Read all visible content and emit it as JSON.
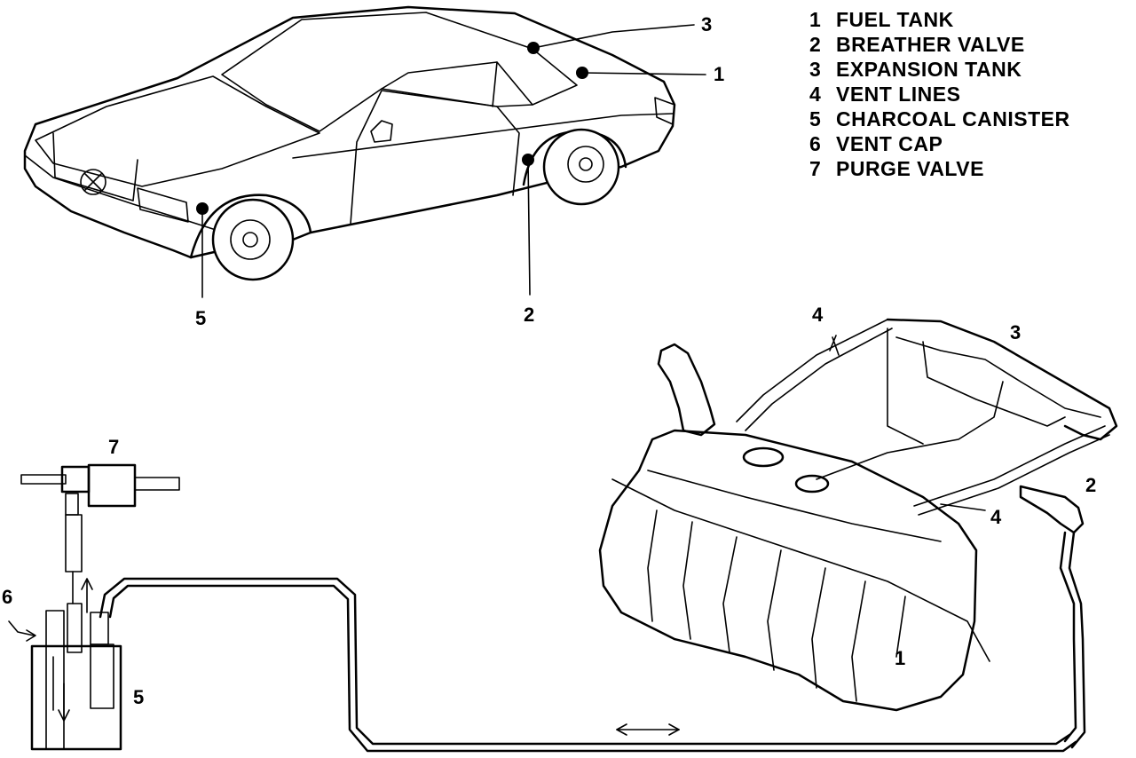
{
  "legend": [
    {
      "num": "1",
      "label": "FUEL TANK"
    },
    {
      "num": "2",
      "label": "BREATHER VALVE"
    },
    {
      "num": "3",
      "label": "EXPANSION TANK"
    },
    {
      "num": "4",
      "label": "VENT LINES"
    },
    {
      "num": "5",
      "label": "CHARCOAL CANISTER"
    },
    {
      "num": "6",
      "label": "VENT CAP"
    },
    {
      "num": "7",
      "label": "PURGE VALVE"
    }
  ],
  "callouts": {
    "car_fuel_tank": "1",
    "car_breather_valve": "2",
    "car_expansion_tank": "3",
    "car_canister": "5",
    "sys_vent_lines_top": "4",
    "sys_expansion_tank": "3",
    "sys_breather_valve": "2",
    "sys_vent_lines_bottom": "4",
    "sys_fuel_tank": "1",
    "sys_purge_valve": "7",
    "sys_vent_cap": "6",
    "sys_canister": "5"
  }
}
